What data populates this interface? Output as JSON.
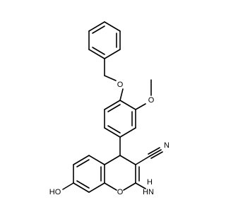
{
  "molecule": {
    "atom_labels": {
      "ether_oxygen": "O",
      "methoxy_oxygen": "O",
      "nitrile_nitrogen": "N",
      "hydroxyl": "HO",
      "amino_n": "N",
      "amino_h": "H",
      "amino_h2": "H",
      "ring_oxygen": "O"
    },
    "colors": {
      "oxygen": "#ff0000",
      "nitrogen": "#0000ff"
    }
  }
}
